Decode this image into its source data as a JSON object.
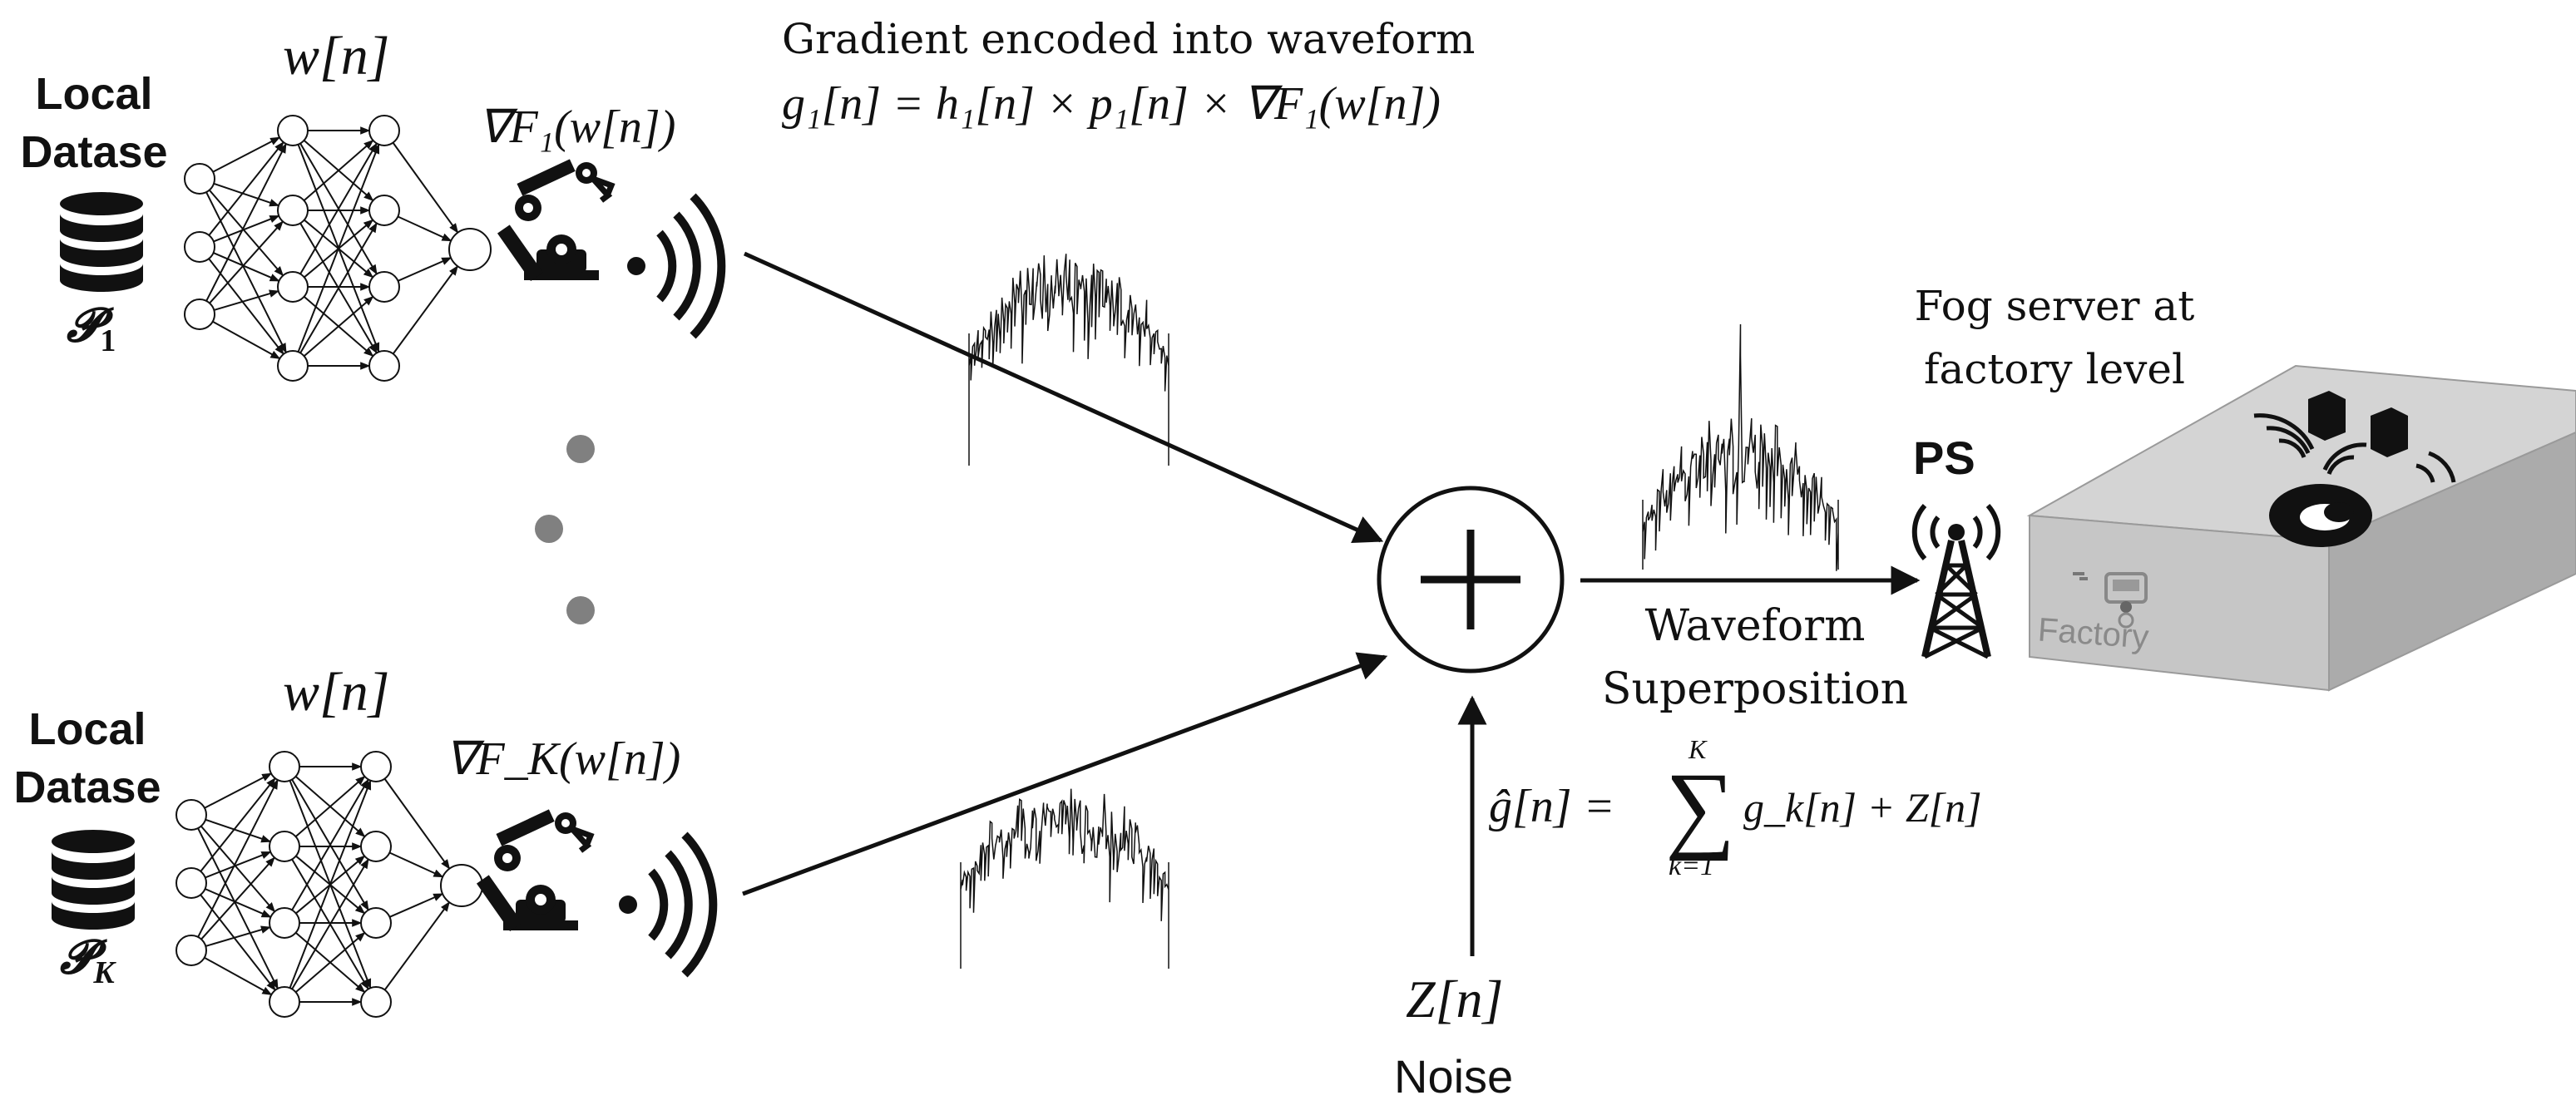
{
  "client_top": {
    "dataset_label": "Local\nDatase",
    "dataset_symbol": "𝓟",
    "dataset_sub": "1",
    "weights": "w[n]",
    "gradient": "∇F₁(w[n])"
  },
  "client_bottom": {
    "dataset_label": "Local\nDatase",
    "dataset_symbol": "𝓟",
    "dataset_sub": "K",
    "weights": "w[n]",
    "gradient": "∇F_K(w[n])"
  },
  "encoding": {
    "title": "Gradient encoded into waveform",
    "formula": "g₁[n] = h₁[n] × p₁[n] × ∇F₁(w[n])"
  },
  "sum_node": {
    "symbol": "+"
  },
  "superposition": {
    "label_line1": "Waveform",
    "label_line2": "Superposition",
    "formula_lhs": "ĝ[n] =",
    "formula_sum": "∑",
    "formula_upper": "K",
    "formula_lower": "k=1",
    "formula_rhs": "g_k[n]  + Z[n]"
  },
  "noise": {
    "symbol": "Z[n]",
    "label": "Noise"
  },
  "server": {
    "title_line1": "Fog server at",
    "title_line2": "factory level",
    "ps_label": "PS",
    "factory_label": "Factory"
  },
  "icons": {
    "database": "database-icon",
    "robot_arm": "robot-arm-icon",
    "wireless": "wireless-signal-icon",
    "antenna": "antenna-tower-icon",
    "cloud": "cloud-icon",
    "monitor": "monitor-icon"
  },
  "colors": {
    "line": "#111111",
    "dots": "#808080",
    "box_top": "#d2d2d2",
    "box_front": "#c4c4c4",
    "box_side": "#a9a9a9"
  }
}
